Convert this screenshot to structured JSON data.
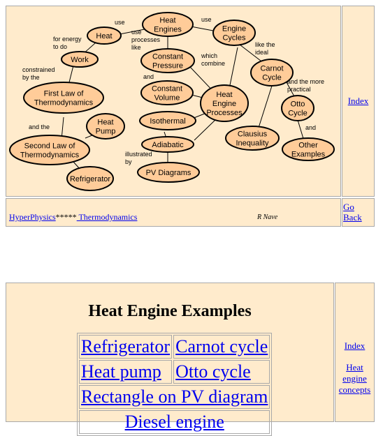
{
  "concept_map": {
    "nodes": [
      {
        "id": "heat",
        "label": [
          "Heat"
        ]
      },
      {
        "id": "heat_engines",
        "label": [
          "Heat",
          "Engines"
        ]
      },
      {
        "id": "engine_cycles",
        "label": [
          "Engine",
          "Cycles"
        ]
      },
      {
        "id": "work",
        "label": [
          "Work"
        ]
      },
      {
        "id": "constant_pressure",
        "label": [
          "Constant",
          "Pressure"
        ]
      },
      {
        "id": "carnot_cycle",
        "label": [
          "Carnot",
          "Cycle"
        ]
      },
      {
        "id": "first_law",
        "label": [
          "First Law of",
          "Thermodynamics"
        ]
      },
      {
        "id": "constant_volume",
        "label": [
          "Constant",
          "Volume"
        ]
      },
      {
        "id": "heat_engine_processes",
        "label": [
          "Heat",
          "Engine",
          "Processes"
        ]
      },
      {
        "id": "otto_cycle",
        "label": [
          "Otto",
          "Cycle"
        ]
      },
      {
        "id": "isothermal",
        "label": [
          "Isothermal"
        ]
      },
      {
        "id": "heat_pump",
        "label": [
          "Heat",
          "Pump"
        ]
      },
      {
        "id": "clausius",
        "label": [
          "Clausius",
          "Inequality"
        ]
      },
      {
        "id": "adiabatic",
        "label": [
          "Adiabatic"
        ]
      },
      {
        "id": "second_law",
        "label": [
          "Second Law of",
          "Thermodynamics"
        ]
      },
      {
        "id": "other_examples",
        "label": [
          "Other",
          "Examples"
        ]
      },
      {
        "id": "pv_diagrams",
        "label": [
          "PV Diagrams"
        ]
      },
      {
        "id": "refrigerator",
        "label": [
          "Refrigerator"
        ]
      }
    ],
    "edge_labels": [
      {
        "id": "use_1",
        "lines": [
          "use"
        ]
      },
      {
        "id": "use_2",
        "lines": [
          "use"
        ]
      },
      {
        "id": "use_processes_like",
        "lines": [
          "use",
          "processes",
          "like"
        ]
      },
      {
        "id": "for_energy",
        "lines": [
          "for energy",
          "to do"
        ]
      },
      {
        "id": "like_ideal",
        "lines": [
          "like the",
          "ideal"
        ]
      },
      {
        "id": "constrained",
        "lines": [
          "constrained",
          "by the"
        ]
      },
      {
        "id": "which_combine",
        "lines": [
          "which",
          "combine"
        ]
      },
      {
        "id": "and_1",
        "lines": [
          "and"
        ]
      },
      {
        "id": "and_more_practical",
        "lines": [
          "and the more",
          "practical"
        ]
      },
      {
        "id": "and_the",
        "lines": [
          "and the"
        ]
      },
      {
        "id": "and_2",
        "lines": [
          "and"
        ]
      },
      {
        "id": "illustrated_by",
        "lines": [
          "illustrated",
          "by"
        ]
      }
    ]
  },
  "side_nav": {
    "index_label": "Index"
  },
  "footer_nav": {
    "hyperphysics_label": "HyperPhysics",
    "stars": "*****",
    "thermo_label": " Thermodynamics",
    "author": "R Nave",
    "go_back_label_1": "Go",
    "go_back_label_2": "Back"
  },
  "examples_section": {
    "title": "Heat Engine Examples",
    "rows": [
      [
        "Refrigerator",
        "Carnot cycle"
      ],
      [
        "Heat pump",
        "Otto cycle"
      ],
      [
        "Rectangle on PV diagram"
      ],
      [
        "Diesel engine"
      ]
    ],
    "side_links": [
      "Index",
      "Heat engine concepts"
    ]
  }
}
